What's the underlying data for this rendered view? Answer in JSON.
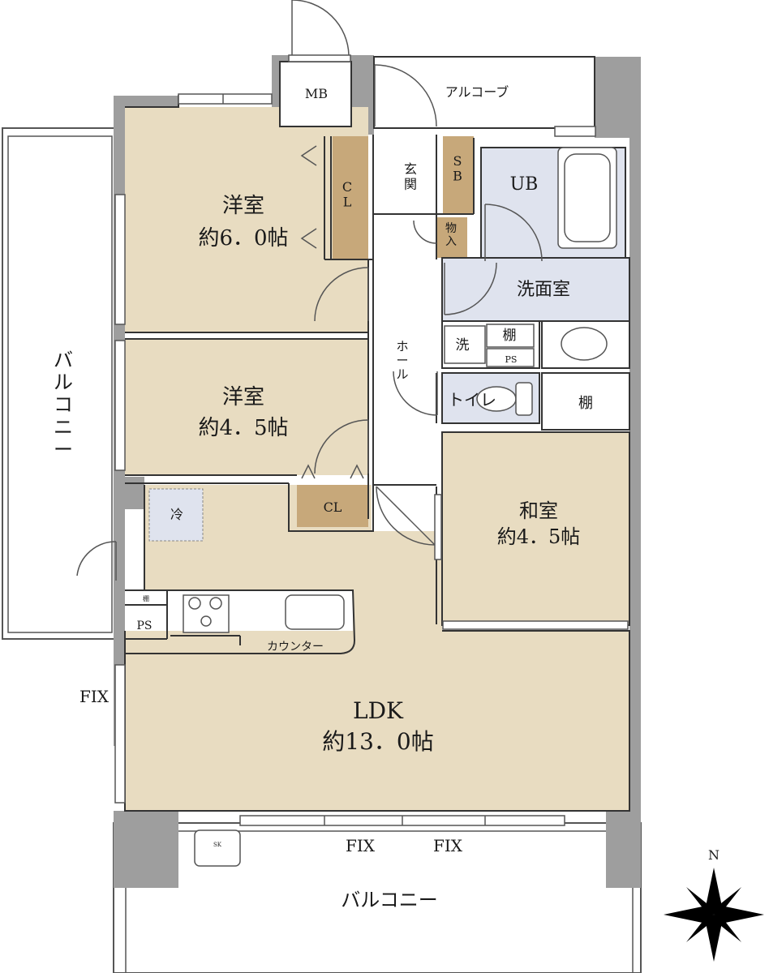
{
  "rooms": {
    "western1": {
      "name": "洋室",
      "size": "約6．0帖"
    },
    "western2": {
      "name": "洋室",
      "size": "約4．5帖"
    },
    "japanese": {
      "name": "和室",
      "size": "約4．5帖"
    },
    "ldk": {
      "name": "LDK",
      "size": "約13．0帖"
    }
  },
  "labels": {
    "mb": "MB",
    "alcove": "アルコーブ",
    "genkan": "玄関",
    "sb": "SB",
    "ub": "UB",
    "storage": "物入",
    "cl": "CL",
    "cl2": "CL",
    "washroom": "洗面室",
    "wash": "洗",
    "shelf1": "棚",
    "ps1": "PS",
    "hall": "ホール",
    "toilet": "トイレ",
    "shelf2": "棚",
    "fridge": "冷",
    "shelf3": "棚",
    "ps2": "PS",
    "counter": "カウンター",
    "fix_left": "FIX",
    "fix_bottom1": "FIX",
    "fix_bottom2": "FIX",
    "balcony_west": "バルコニー",
    "balcony_south": "バルコニー",
    "sk": "SK",
    "north": "N"
  },
  "colors": {
    "room_tan": "#e8dcc1",
    "closet_brown": "#c7a87a",
    "wet_area_blue": "#dfe3ee",
    "wall_gray": "#9e9e9e",
    "line": "#333333"
  }
}
